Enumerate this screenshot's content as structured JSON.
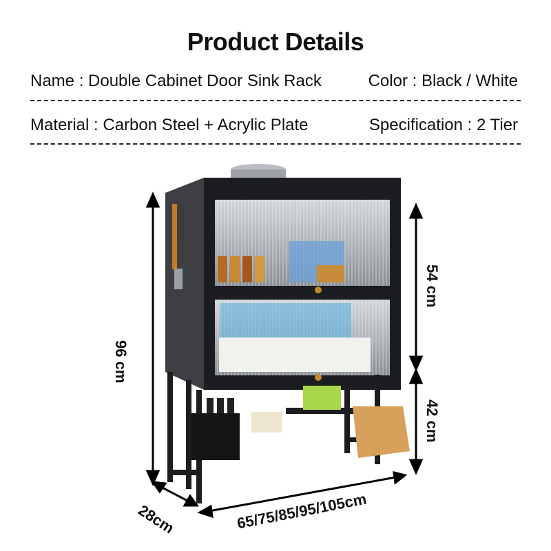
{
  "title": "Product Details",
  "name_line": "Name : Double Cabinet Door Sink Rack",
  "color_line": "Color : Black / White",
  "material_line": "Material : Carbon Steel + Acrylic Plate",
  "spec_line": "Specification : 2 Tier",
  "dimensions": {
    "height_total": "96 cm",
    "upper_height": "54 cm",
    "lower_height": "42 cm",
    "depth": "28cm",
    "width": "65/75/85/95/105cm"
  }
}
